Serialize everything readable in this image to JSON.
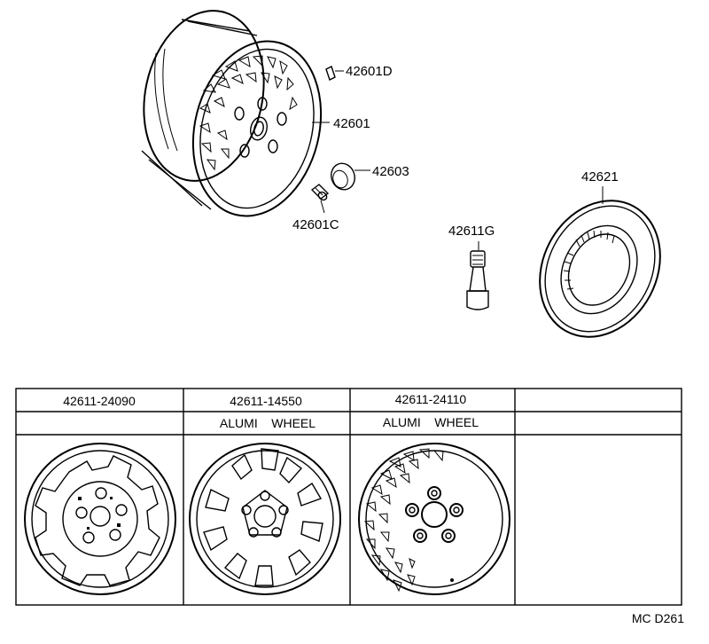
{
  "callouts": {
    "p42601D": "42601D",
    "p42601": "42601",
    "p42603": "42603",
    "p42601C": "42601C",
    "p42611G": "42611G",
    "p42621": "42621"
  },
  "table": {
    "columns": [
      {
        "part_no": "42611-24090",
        "description": ""
      },
      {
        "part_no": "42611-14550",
        "description": "ALUMI    WHEEL"
      },
      {
        "part_no": "42611-24110",
        "description": "ALUMI    WHEEL"
      },
      {
        "part_no": "",
        "description": ""
      }
    ]
  },
  "diagram_code": "MC D261"
}
